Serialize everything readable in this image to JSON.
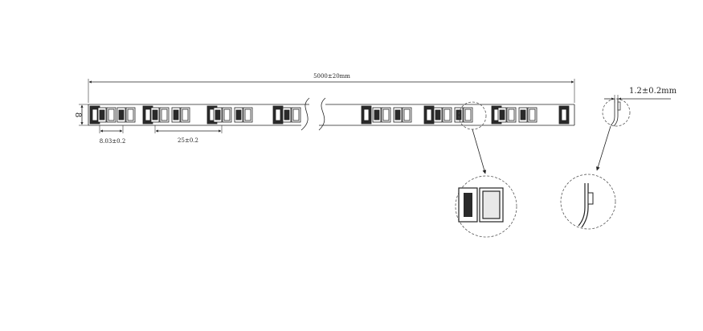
{
  "dimensions": {
    "total_length": "5000±20mm",
    "width": "8",
    "led_pitch": "8.03±0.2",
    "cut_section": "25±0.2",
    "thickness": "1.2±0.2mm"
  },
  "colors": {
    "line": "#222222",
    "component_dark": "#2a2a2a",
    "component_light": "#e8e8e8"
  }
}
